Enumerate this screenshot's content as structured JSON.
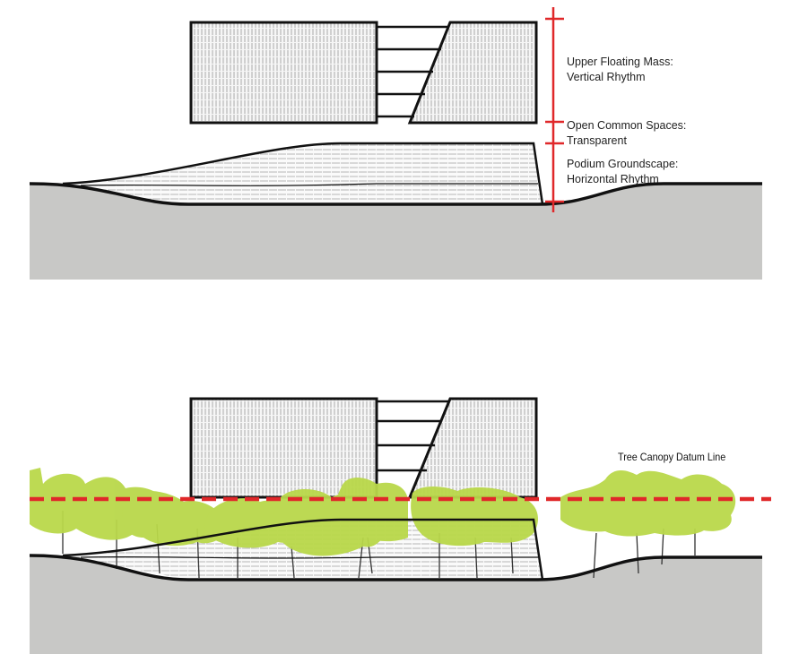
{
  "top_diagram": {
    "labels": {
      "upper_title": "Upper Floating Mass:",
      "upper_sub": "Vertical Rhythm",
      "middle_title": "Open Common Spaces:",
      "middle_sub": "Transparent",
      "lower_title": "Podium Groundscape:",
      "lower_sub": "Horizontal Rhythm"
    }
  },
  "bottom_diagram": {
    "datum_label": "Tree Canopy Datum Line"
  },
  "colors": {
    "ground": "#c8c8c6",
    "scale_red": "#e0282a",
    "canopy_green": "#b9d84a",
    "ink": "#111111"
  }
}
